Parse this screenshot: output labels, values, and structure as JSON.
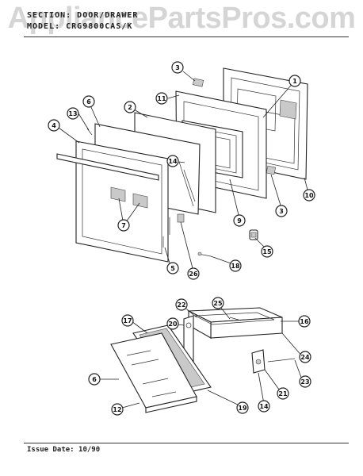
{
  "header": {
    "section_line": "SECTION: DOOR/DRAWER",
    "model_line": "MODEL: CRG9800CAS/K"
  },
  "watermark": "AppliancePartsPros.com",
  "footer": {
    "issue_date": "Issue Date: 10/90"
  },
  "callouts": [
    {
      "id": "1",
      "label": "1"
    },
    {
      "id": "2",
      "label": "2"
    },
    {
      "id": "3a",
      "label": "3"
    },
    {
      "id": "3b",
      "label": "3"
    },
    {
      "id": "4",
      "label": "4"
    },
    {
      "id": "5",
      "label": "5"
    },
    {
      "id": "6a",
      "label": "6"
    },
    {
      "id": "6b",
      "label": "6"
    },
    {
      "id": "7",
      "label": "7"
    },
    {
      "id": "9",
      "label": "9"
    },
    {
      "id": "10",
      "label": "10"
    },
    {
      "id": "11",
      "label": "11"
    },
    {
      "id": "12",
      "label": "12"
    },
    {
      "id": "13",
      "label": "13"
    },
    {
      "id": "14a",
      "label": "14"
    },
    {
      "id": "14b",
      "label": "14"
    },
    {
      "id": "15",
      "label": "15"
    },
    {
      "id": "16",
      "label": "16"
    },
    {
      "id": "17",
      "label": "17"
    },
    {
      "id": "18",
      "label": "18"
    },
    {
      "id": "19",
      "label": "19"
    },
    {
      "id": "20",
      "label": "20"
    },
    {
      "id": "21",
      "label": "21"
    },
    {
      "id": "22",
      "label": "22"
    },
    {
      "id": "23",
      "label": "23"
    },
    {
      "id": "24",
      "label": "24"
    },
    {
      "id": "25",
      "label": "25"
    },
    {
      "id": "26",
      "label": "26"
    }
  ]
}
